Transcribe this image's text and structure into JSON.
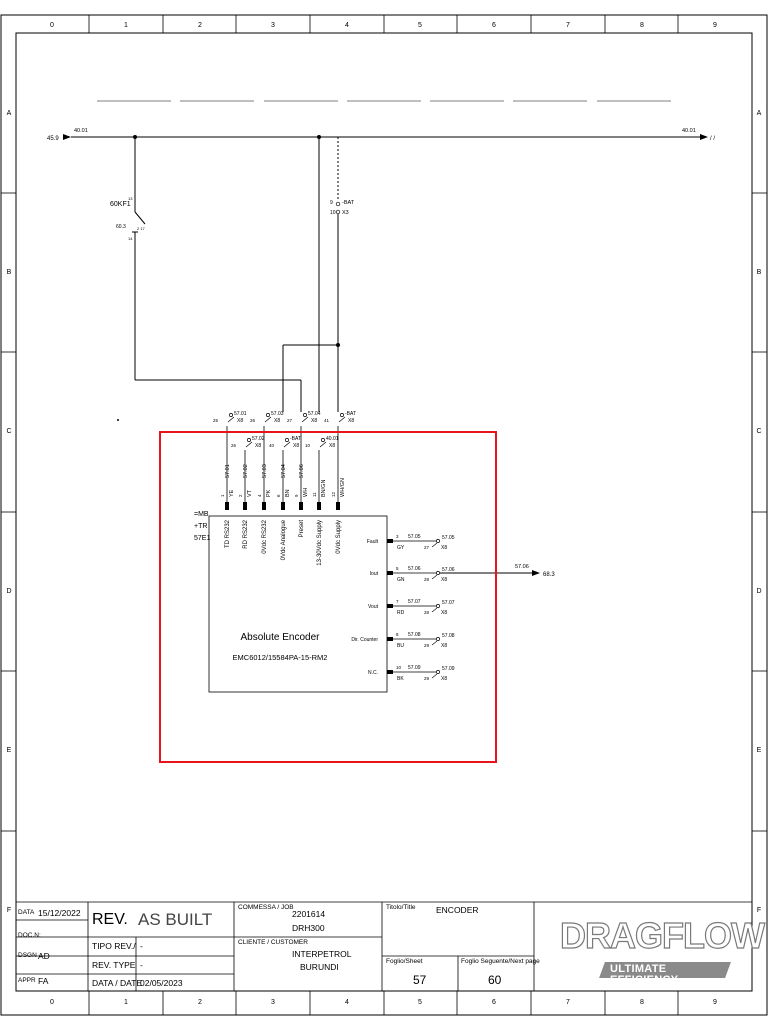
{
  "grid": {
    "columns": [
      "0",
      "1",
      "2",
      "3",
      "4",
      "5",
      "6",
      "7",
      "8",
      "9"
    ],
    "rows": [
      "A",
      "B",
      "C",
      "D",
      "E",
      "F"
    ]
  },
  "top_bus": {
    "left_ref": "45.9",
    "left_addr": "40.01",
    "right_addr": "40.01",
    "right_ref": "/ /"
  },
  "relay": {
    "tag": "60KF1",
    "pin_top": "13",
    "pin_bottom": "14",
    "ref": "60.3",
    "contact_label": "2 17"
  },
  "terminal_x3": {
    "name": "-BAT",
    "strip": "X3",
    "pin_a": "9",
    "pin_b": "10"
  },
  "upper_terminals": [
    {
      "num": "25",
      "addr": "57.01",
      "strip": "X8"
    },
    {
      "num": "26",
      "addr": "57.03",
      "strip": "X8"
    },
    {
      "num": "27",
      "addr": "57.04",
      "strip": "X8"
    },
    {
      "num": "41",
      "addr": "-BAT",
      "strip": "X8"
    }
  ],
  "lower_terminals": [
    {
      "num": "26",
      "addr": "57.02",
      "strip": "X8"
    },
    {
      "num": "40",
      "addr": "-BAT",
      "strip": "X8"
    },
    {
      "num": "10",
      "addr": "40.01",
      "strip": "X8"
    }
  ],
  "encoder": {
    "tag_lines": [
      "=MB",
      "+TR",
      "57E1"
    ],
    "title": "Absolute Encoder",
    "model": "EMC6012/15584PA-15-RM2",
    "top_pins": [
      {
        "pin": "1",
        "wire_addr": "57.01",
        "color": "YE",
        "label": "TD RS232"
      },
      {
        "pin": "2",
        "wire_addr": "57.02",
        "color": "VT",
        "label": "RD RS232"
      },
      {
        "pin": "4",
        "wire_addr": "57.03",
        "color": "PK",
        "label": "0Vdc RS232"
      },
      {
        "pin": "6",
        "wire_addr": "57.04",
        "color": "BN",
        "label": "0Vdc Analogue"
      },
      {
        "pin": "9",
        "wire_addr": "57.06",
        "color": "WH",
        "label": "Preset"
      },
      {
        "pin": "11",
        "wire_addr": "",
        "color": "BN/GN",
        "label": "13-30Vdc Supply"
      },
      {
        "pin": "12",
        "wire_addr": "",
        "color": "WH/GN",
        "label": "0Vdc Supply"
      }
    ],
    "right_pins": [
      {
        "label": "Fault",
        "pin": "3",
        "color": "GY",
        "addr": "57.05",
        "t_num": "27",
        "t_addr": "57.05",
        "strip": "X8"
      },
      {
        "label": "Iout",
        "pin": "5",
        "color": "GN",
        "addr": "57.06",
        "t_num": "28",
        "t_addr": "57.06",
        "strip": "X8"
      },
      {
        "label": "Vout",
        "pin": "7",
        "color": "RD",
        "addr": "57.07",
        "t_num": "28",
        "t_addr": "57.07",
        "strip": "X8"
      },
      {
        "label": "Dir. Counter",
        "pin": "8",
        "color": "BU",
        "addr": "57.08",
        "t_num": "29",
        "t_addr": "57.08",
        "strip": "X8"
      },
      {
        "label": "N.C.",
        "pin": "10",
        "color": "BK",
        "addr": "57.09",
        "t_num": "29",
        "t_addr": "57.09",
        "strip": "X8"
      }
    ],
    "output_addr": "57.06",
    "output_ref": "68.3"
  },
  "highlight_color": "#e8141c",
  "title_block": {
    "data_label": "DATA",
    "data_value": "15/12/2022",
    "docn_label": "DOC.N:",
    "dsgn_label": "DSGN",
    "dsgn_value": "AD",
    "appr_label": "APPR",
    "appr_value": "FA",
    "rev_label": "REV.",
    "rev_value": "AS BUILT",
    "tipo_rev_label": "TIPO REV./",
    "tipo_rev_value": "-",
    "rev_type_label": "REV. TYPE",
    "rev_type_value": "-",
    "date_label": "DATA / DATE",
    "date_value": "02/05/2023",
    "job_label": "COMMESSA / JOB",
    "job_value_1": "2201614",
    "job_value_2": "DRH300",
    "customer_label": "CLIENTE / CUSTOMER",
    "customer_value_1": "INTERPETROL",
    "customer_value_2": "BURUNDI",
    "title_label": "Titolo/Title",
    "title_value": "ENCODER",
    "sheet_label": "Foglio/Sheet",
    "sheet_value": "57",
    "next_label": "Foglio Seguente/Next page",
    "next_value": "60",
    "logo_text": "DRAGFLOW",
    "logo_tagline": "ULTIMATE EFFICIENCY"
  }
}
